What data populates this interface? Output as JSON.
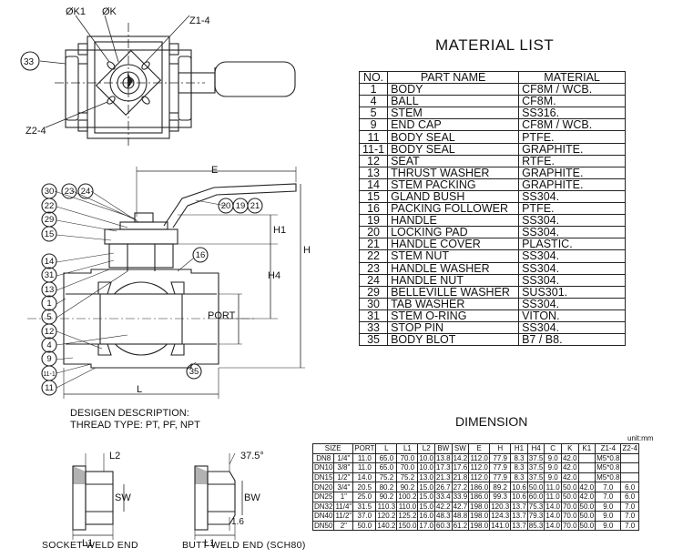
{
  "material_list": {
    "title": "MATERIAL LIST",
    "headers": [
      "NO.",
      "PART NAME",
      "MATERIAL"
    ],
    "rows": [
      [
        "1",
        "BODY",
        "CF8M / WCB."
      ],
      [
        "4",
        "BALL",
        "CF8M."
      ],
      [
        "5",
        "STEM",
        "SS316."
      ],
      [
        "9",
        "END CAP",
        "CF8M / WCB."
      ],
      [
        "11",
        "BODY SEAL",
        "PTFE."
      ],
      [
        "11-1",
        "BODY SEAL",
        "GRAPHITE."
      ],
      [
        "12",
        "SEAT",
        "RTFE."
      ],
      [
        "13",
        "THRUST WASHER",
        "GRAPHITE."
      ],
      [
        "14",
        "STEM PACKING",
        "GRAPHITE."
      ],
      [
        "15",
        "GLAND BUSH",
        "SS304."
      ],
      [
        "16",
        "PACKING FOLLOWER",
        "PTFE."
      ],
      [
        "19",
        "HANDLE",
        "SS304."
      ],
      [
        "20",
        "LOCKING PAD",
        "SS304."
      ],
      [
        "21",
        "HANDLE COVER",
        "PLASTIC."
      ],
      [
        "22",
        "STEM NUT",
        "SS304."
      ],
      [
        "23",
        "HANDLE WASHER",
        "SS304."
      ],
      [
        "24",
        "HANDLE NUT",
        "SS304."
      ],
      [
        "29",
        "BELLEVILLE WASHER",
        "SUS301."
      ],
      [
        "30",
        "TAB WASHER",
        "SS304."
      ],
      [
        "31",
        "STEM O-RING",
        "VITON."
      ],
      [
        "33",
        "STOP PIN",
        "SS304."
      ],
      [
        "35",
        "BODY BLOT",
        "B7 / B8."
      ]
    ]
  },
  "dimension": {
    "title": "DIMENSION",
    "unit": "unit:mm",
    "headers": [
      "SIZE",
      "",
      "PORT",
      "L",
      "L1",
      "L2",
      "BW",
      "SW",
      "E",
      "H",
      "H1",
      "H4",
      "C",
      "K",
      "K1",
      "Z1-4",
      "Z2-4"
    ],
    "rows": [
      [
        "DN8",
        "1/4\"",
        "11.0",
        "65.0",
        "70.0",
        "10.0",
        "13.8",
        "14.2",
        "112.0",
        "77.9",
        "8.3",
        "37.5",
        "9.0",
        "42.0",
        "",
        "M5*0.8",
        ""
      ],
      [
        "DN10",
        "3/8\"",
        "11.0",
        "65.0",
        "70.0",
        "10.0",
        "17.3",
        "17.6",
        "112.0",
        "77.9",
        "8.3",
        "37.5",
        "9.0",
        "42.0",
        "",
        "M5*0.8",
        ""
      ],
      [
        "DN15",
        "1/2\"",
        "14.0",
        "75.2",
        "75.2",
        "13.0",
        "21.3",
        "21.8",
        "112.0",
        "77.9",
        "8.3",
        "37.5",
        "9.0",
        "42.0",
        "",
        "M5*0.8",
        ""
      ],
      [
        "DN20",
        "3/4\"",
        "20.5",
        "80.2",
        "90.2",
        "15.0",
        "26.7",
        "27.2",
        "186.0",
        "89.2",
        "10.6",
        "50.0",
        "11.0",
        "50.0",
        "42.0",
        "7.0",
        "6.0"
      ],
      [
        "DN25",
        "1\"",
        "25.0",
        "90.2",
        "100.2",
        "15.0",
        "33.4",
        "33.9",
        "186.0",
        "99.3",
        "10.6",
        "60.0",
        "11.0",
        "50.0",
        "42.0",
        "7.0",
        "6.0"
      ],
      [
        "DN32",
        "11/4\"",
        "31.5",
        "110.3",
        "110.0",
        "15.0",
        "42.2",
        "42.7",
        "198.0",
        "120.3",
        "13.7",
        "75.3",
        "14.0",
        "70.0",
        "50.0",
        "9.0",
        "7.0"
      ],
      [
        "DN40",
        "11/2\"",
        "37.0",
        "120.2",
        "125.2",
        "16.0",
        "48.3",
        "48.8",
        "198.0",
        "124.3",
        "13.7",
        "79.3",
        "14.0",
        "70.0",
        "50.0",
        "9.0",
        "7.0"
      ],
      [
        "DN50",
        "2\"",
        "50.0",
        "140.2",
        "150.0",
        "17.0",
        "60.3",
        "61.2",
        "198.0",
        "141.0",
        "13.7",
        "85.3",
        "14.0",
        "70.0",
        "50.0",
        "9.0",
        "7.0"
      ]
    ]
  },
  "design": {
    "line1": "DESIGEN DESCRIPTION:",
    "line2": "THREAD TYPE: PT, PF, NPT"
  },
  "top_view": {
    "labels": [
      "ØK1",
      "ØK",
      "Z1-4",
      "33",
      "Z2-4"
    ]
  },
  "section_view": {
    "left_labels": [
      "30",
      "23",
      "24",
      "22",
      "29",
      "15",
      "14",
      "31",
      "13",
      "1",
      "5",
      "12",
      "4",
      "9",
      "11-1",
      "11"
    ],
    "right_labels": [
      "20",
      "19",
      "21",
      "16",
      "35"
    ],
    "dims": {
      "E": "E",
      "H": "H",
      "H1": "H1",
      "H4": "H4",
      "L": "L",
      "PORT": "PORT"
    }
  },
  "details": {
    "socket": {
      "caption": "SOCKET  WELD   END",
      "l2": "L2",
      "sw": "SW",
      "l1": "L1"
    },
    "butt": {
      "caption": "BUTT  WELD  END (SCH80)",
      "angle": "37.5°",
      "bw": "BW",
      "l1": "L1",
      "t": "1.6"
    }
  }
}
